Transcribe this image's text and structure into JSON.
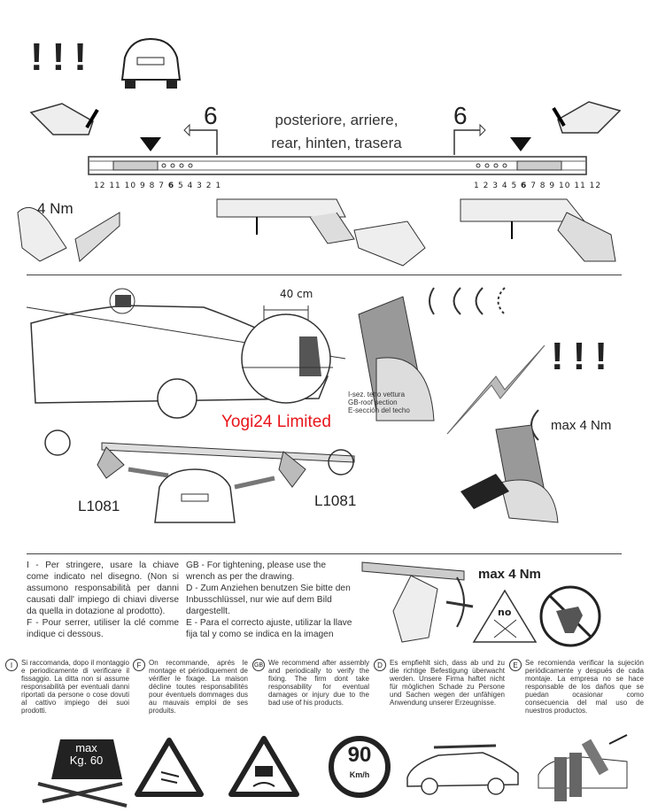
{
  "top": {
    "excl": "!!!",
    "rear_line1": "posteriore, arriere,",
    "rear_line2": "rear, hinten, trasera",
    "pos_left": "6",
    "pos_right": "6",
    "scale_left": [
      "12",
      "11",
      "10",
      "9",
      "8",
      "7",
      "6",
      "5",
      "4",
      "3",
      "2",
      "1"
    ],
    "scale_right": [
      "1",
      "2",
      "3",
      "4",
      "5",
      "6",
      "7",
      "8",
      "9",
      "10",
      "11",
      "12"
    ],
    "torque": "4 Nm"
  },
  "middle": {
    "distance": "40 cm",
    "roof_label_lines": [
      "I-sez. tetto vettura",
      "GB-roof section",
      "E-sección del techo"
    ],
    "excl": "!!!",
    "torque": "max 4 Nm",
    "model_left": "L1081",
    "model_right": "L1081",
    "watermark": "Yogi24 Limited"
  },
  "tightening": {
    "it": "I - Per stringere, usare la chiave come indicato nel disegno. (Non si assumono responsabilità per danni causati dall' impiego di chiavi diverse da quella in dotazione al prodotto).",
    "fr": "F - Pour serrer, utiliser la clé comme indique ci dessous.",
    "gb": "GB - For tightening, please use the wrench as per the drawing.",
    "de": "D - Zum Anziehen benutzen Sie bitte den Inbusschlüssel, nur wie auf dem Bild dargestellt.",
    "es": "E - Para el correcto ajuste, utilizar la llave fija tal y como se indica en la imagen",
    "torque": "max 4 Nm",
    "no": "no"
  },
  "disclaimers": [
    {
      "code": "I",
      "text": "Si raccomanda, dopo il montaggio e periodicamente di verificare il fissaggio. La ditta non si assume responsabilità per eventuali danni riportati da persone o cose dovuti al cattivo impiego dei suoi prodotti."
    },
    {
      "code": "F",
      "text": "On recommande, aprés le montage et périodiquement de vérifier le fixage. La maison décline toutes responsabilités pour éventuels dommages dus au mauvais emploi de ses produits."
    },
    {
      "code": "GB",
      "text": "We recommend after assembly and periodically to verify the fixing. The firm dont take responsability for eventual damages or injury due to the bad use of his products."
    },
    {
      "code": "D",
      "text": "Es empfiehlt sich, dass ab und zu die richtige Befestigung überwacht werden. Unsere Firma haftet nicht für möglichen Schade zu Persone und Sachen wegen der unfähigen Anwendung unserer Erzeugnisse."
    },
    {
      "code": "E",
      "text": "Se recomienda verificar la sujeción periódicamente y después de cada montaje. La empresa no se hace responsable de los daños que se puedan ocasionar como consecuencia del mal uso de nuestros productos."
    }
  ],
  "warnings": {
    "weight_max": "max",
    "weight_value": "Kg. 60",
    "speed": "90",
    "speed_unit": "Km/h"
  }
}
